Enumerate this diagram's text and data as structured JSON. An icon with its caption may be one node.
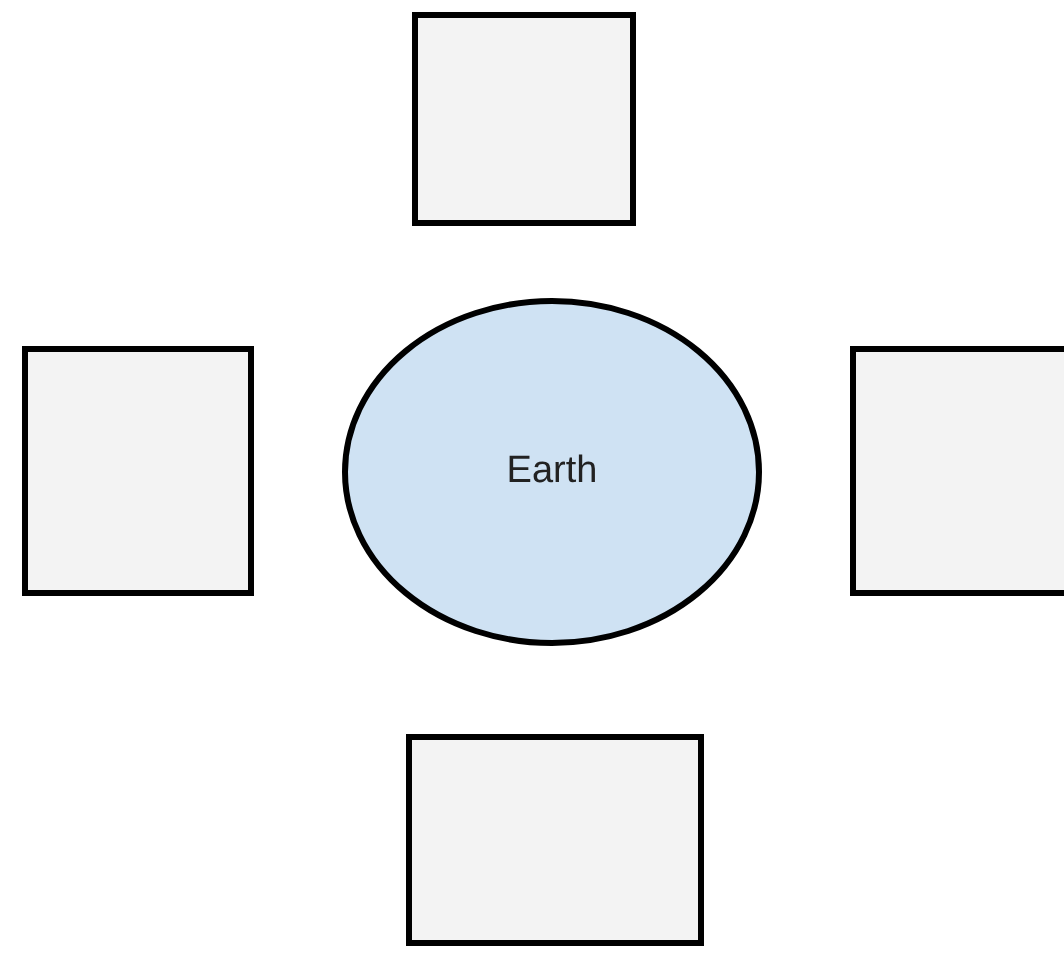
{
  "diagram": {
    "nodes": [
      {
        "text": [],
        "shape": "box"
      },
      {
        "text": [],
        "shape": "box"
      },
      {
        "text": [
          "Earth"
        ]
      },
      {
        "text": [],
        "shape": "box"
      },
      {
        "text": [],
        "shape": "box"
      }
    ]
  }
}
